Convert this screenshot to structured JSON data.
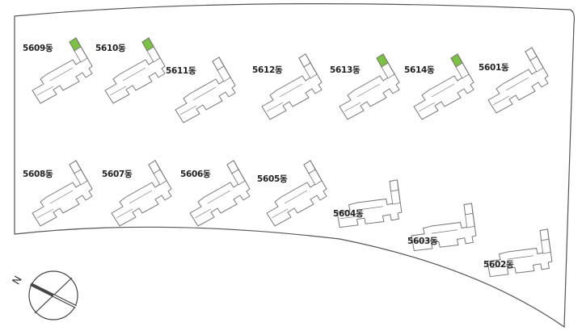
{
  "map": {
    "compass_label": "N",
    "highlight_color": "#7cc242",
    "outline_color": "#777777",
    "buildings": [
      {
        "id": "5609",
        "label": "5609동",
        "highlighted": true
      },
      {
        "id": "5610",
        "label": "5610동",
        "highlighted": true
      },
      {
        "id": "5611",
        "label": "5611동",
        "highlighted": false
      },
      {
        "id": "5612",
        "label": "5612동",
        "highlighted": false
      },
      {
        "id": "5613",
        "label": "5613동",
        "highlighted": true
      },
      {
        "id": "5614",
        "label": "5614동",
        "highlighted": true
      },
      {
        "id": "5601",
        "label": "5601동",
        "highlighted": false
      },
      {
        "id": "5608",
        "label": "5608동",
        "highlighted": false
      },
      {
        "id": "5607",
        "label": "5607동",
        "highlighted": false
      },
      {
        "id": "5606",
        "label": "5606동",
        "highlighted": false
      },
      {
        "id": "5605",
        "label": "5605동",
        "highlighted": false
      },
      {
        "id": "5604",
        "label": "5604동",
        "highlighted": false
      },
      {
        "id": "5603",
        "label": "5603동",
        "highlighted": false
      },
      {
        "id": "5602",
        "label": "5602동",
        "highlighted": false
      }
    ]
  }
}
